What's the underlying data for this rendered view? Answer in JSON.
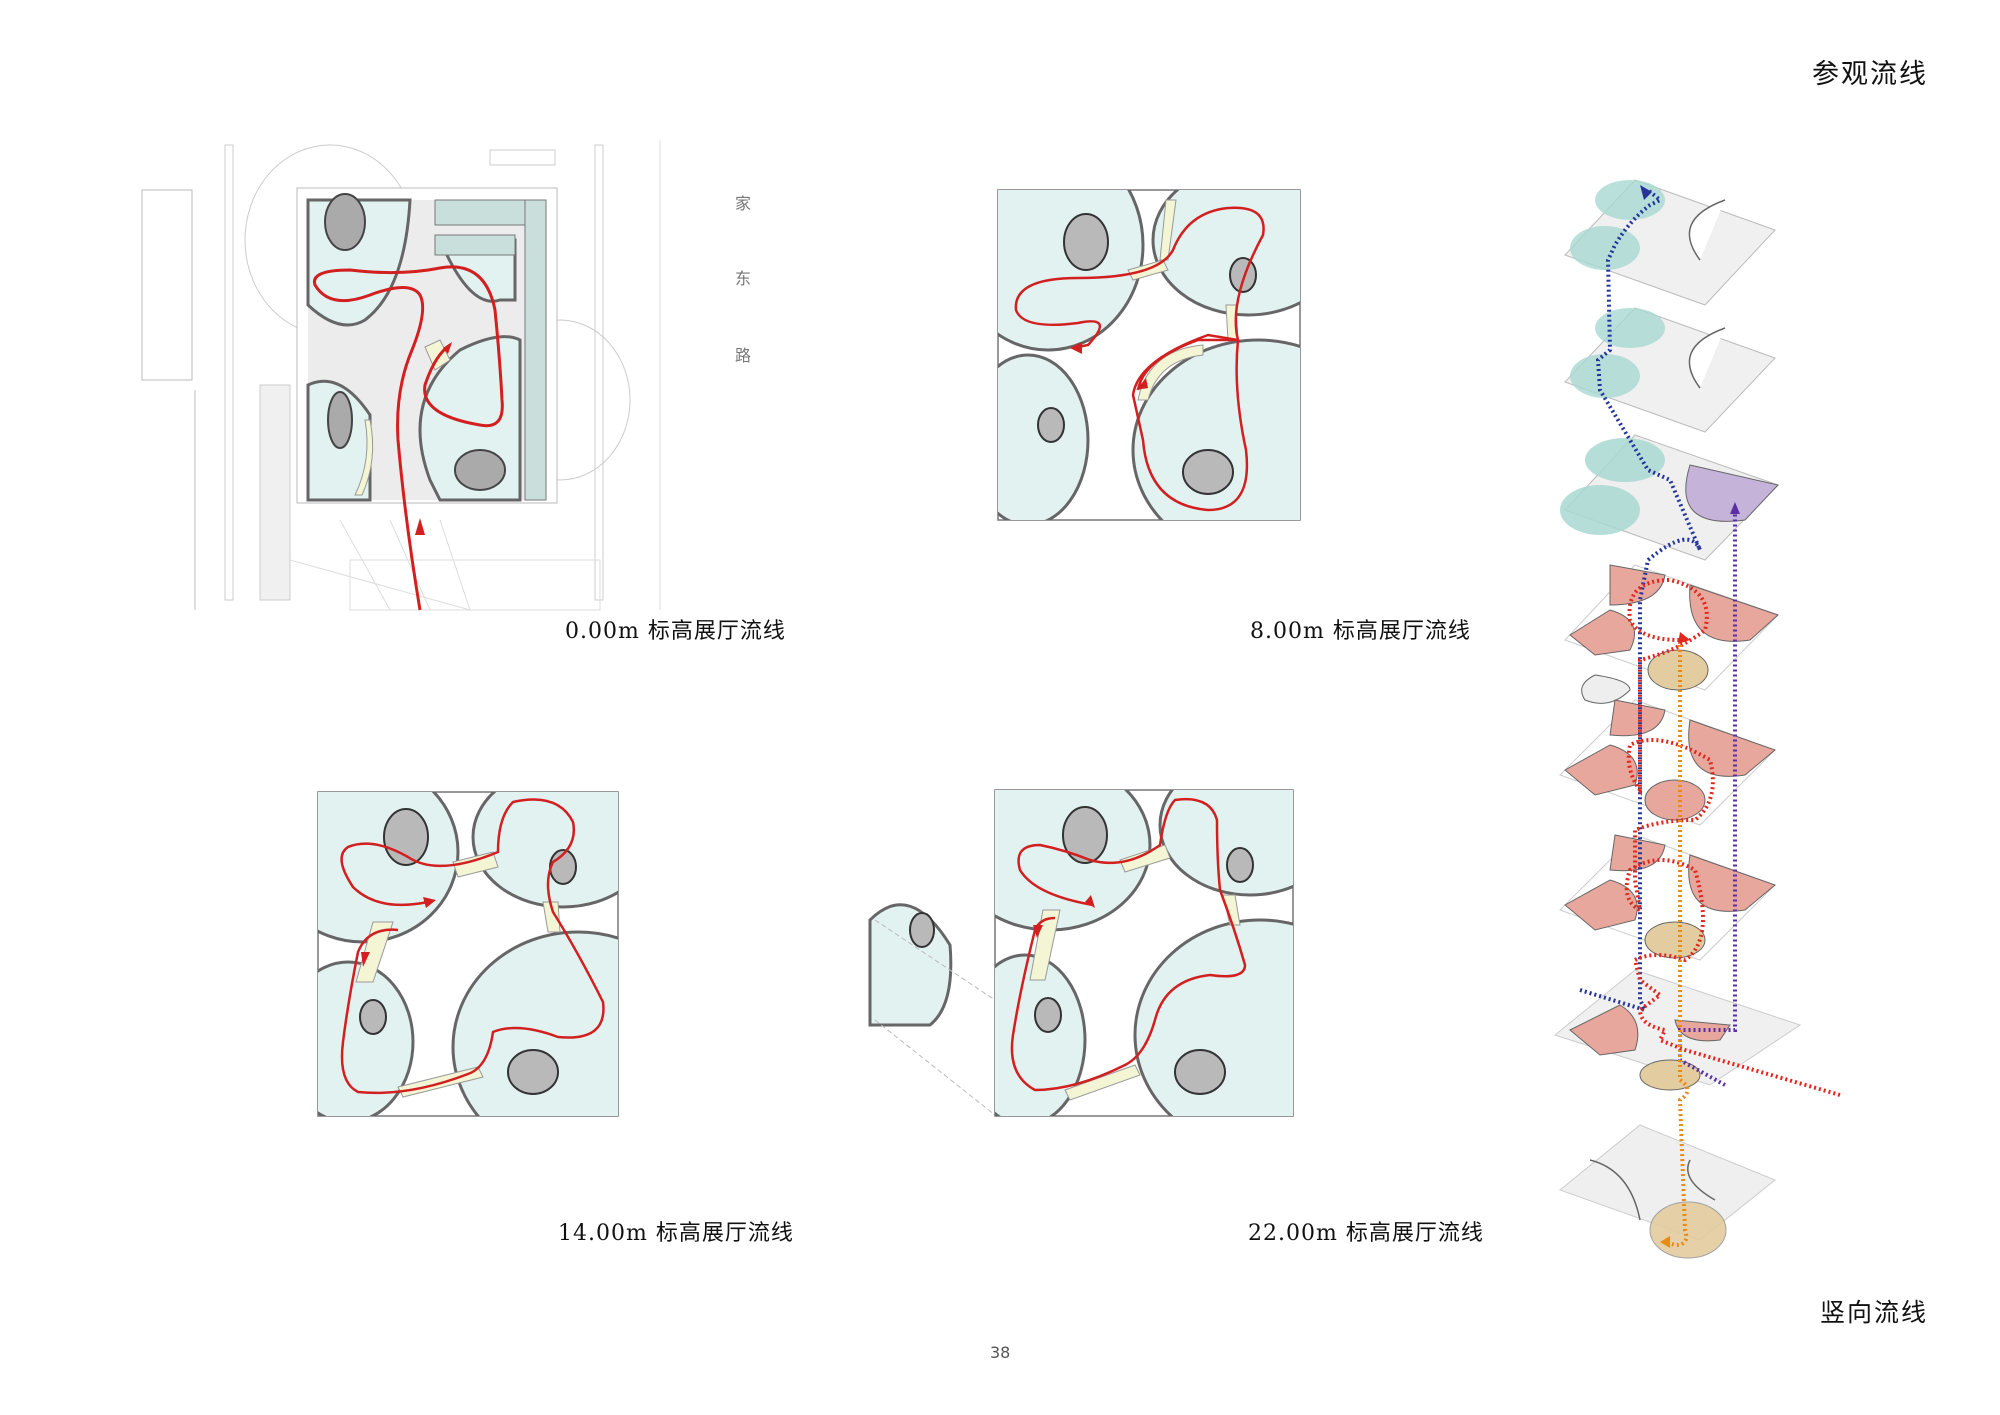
{
  "page": {
    "title": "参观流线",
    "page_number": "38"
  },
  "colors": {
    "hall_fill": "#e2f2f0",
    "hall_outline": "#6b6b6b",
    "route_red": "#d21f1f",
    "bridge_fill": "#f3f5d4",
    "core_fill": "#b9b9b9",
    "axon_red": "#e8a79c",
    "axon_teal": "#a9d8d2",
    "axon_purple": "#c6b3d9",
    "axon_tan": "#e3cc9f",
    "dot_blue": "#23359a",
    "dot_purple": "#5a2fa6",
    "dot_red": "#e3261c",
    "dot_orange": "#e98a12"
  },
  "plans": [
    {
      "id": "plan-0",
      "caption": "0.00m 标高展厅流线",
      "road_label": [
        "家",
        "东",
        "路"
      ]
    },
    {
      "id": "plan-8",
      "caption": "8.00m 标高展厅流线"
    },
    {
      "id": "plan-14",
      "caption": "14.00m 标高展厅流线"
    },
    {
      "id": "plan-22",
      "caption": "22.00m 标高展厅流线"
    }
  ],
  "axonometric": {
    "caption": "竖向流线",
    "floors": [
      "top-office",
      "upper-office",
      "purple-floor",
      "exhibit-22",
      "exhibit-14",
      "exhibit-8",
      "ground",
      "basement"
    ],
    "routes": [
      "blue-dotted",
      "purple-dotted",
      "red-dotted",
      "orange-dotted"
    ]
  }
}
